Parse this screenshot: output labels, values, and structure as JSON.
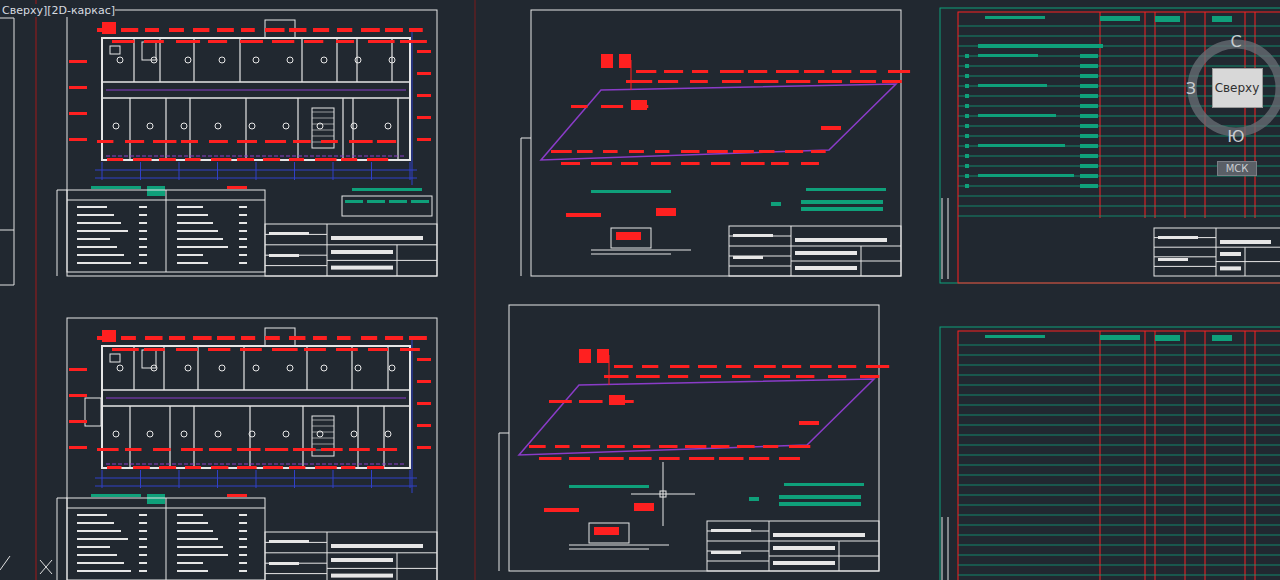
{
  "diagram": {
    "nodes": [
      {
        "text": [
          "Сверху"
        ]
      },
      {
        "text": [
          "МСК"
        ]
      }
    ],
    "labels": [
      "Сверху][2D-каркас]",
      "С",
      "З",
      "Ю"
    ]
  }
}
